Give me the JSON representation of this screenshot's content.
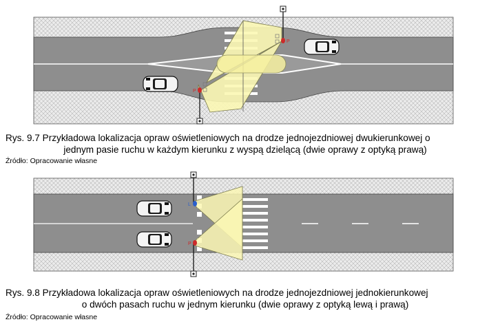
{
  "figures": [
    {
      "caption_line1": "Rys. 9.7 Przykładowa lokalizacja opraw oświetleniowych na drodze jednojezdniowej dwukierunkowej o",
      "caption_line2": "jednym pasie ruchu w każdym kierunku z wyspą dzielącą (dwie oprawy z optyką prawą)",
      "source": "Źródło: Opracowanie własne",
      "luminaire_labels": [
        "P",
        "P"
      ]
    },
    {
      "caption_line1": "Rys. 9.8 Przykładowa lokalizacja opraw oświetleniowych na drodze jednojezdniowej jednokierunkowej",
      "caption_line2": "o dwóch pasach ruchu w jednym kierunku (dwie oprawy z optyką lewą i prawą)",
      "source": "Źródło: Opracowanie własne",
      "luminaire_labels": [
        "L",
        "P"
      ]
    }
  ],
  "colors": {
    "road": "#8e8e8e",
    "verge": "#eaeaea",
    "light_cone": "#fbf7b4",
    "cone_outline": "#7a7a4a",
    "marking": "#ffffff",
    "optics_right": "#cc2a2a",
    "optics_left": "#2a5fcc"
  }
}
